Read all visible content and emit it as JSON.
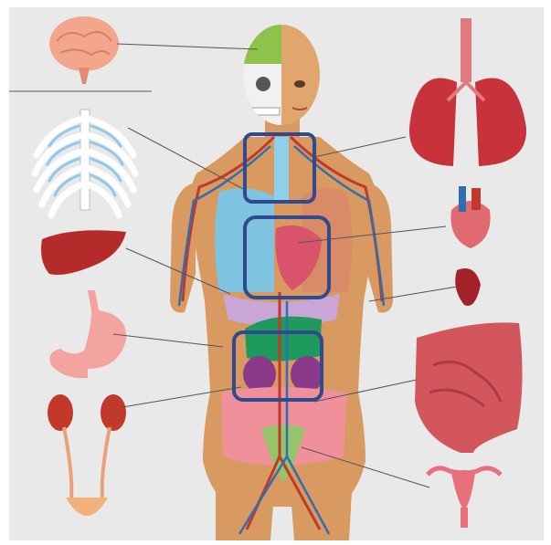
{
  "diagram": {
    "background_color": "#e9e9ea",
    "leader_line_color": "#555555",
    "highlight_box_color": "#2f4a8f",
    "organs": [
      {
        "name": "brain",
        "color": "#f2a68c"
      },
      {
        "name": "ribcage",
        "color": "#ffffff"
      },
      {
        "name": "liver",
        "color": "#b52b2b"
      },
      {
        "name": "stomach",
        "color": "#f3a3a0"
      },
      {
        "name": "kidneys-urinary-system",
        "color": "#c0392b"
      },
      {
        "name": "lungs",
        "color": "#c8323a"
      },
      {
        "name": "heart",
        "color": "#e06a70"
      },
      {
        "name": "spleen",
        "color": "#a3222a"
      },
      {
        "name": "intestines",
        "color": "#d4565d"
      },
      {
        "name": "uterus",
        "color": "#e9707a"
      }
    ],
    "highlights": [
      "throat-region",
      "chest-region",
      "abdomen-region"
    ]
  }
}
